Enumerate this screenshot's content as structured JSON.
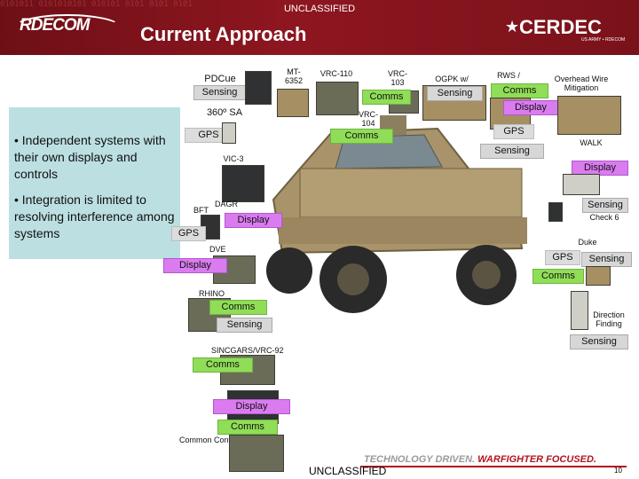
{
  "header": {
    "classification": "UNCLASSIFIED",
    "title": "Current Approach",
    "logo_left": "RDECOM",
    "logo_right": "CERDEC",
    "logo_right_sub": "US ARMY • RDECOM",
    "binary_pattern": "0101011 0101010101 010101 0101 0101 0101 01010 0101"
  },
  "info_box": {
    "bullets": [
      "• Independent systems with their own displays and controls",
      "• Integration is limited to resolving interference among systems"
    ]
  },
  "systems": {
    "pdcue": "PDCue",
    "sa360": "360º SA",
    "mt6352": "MT-6352",
    "vrc110": "VRC-110",
    "vrc103": "VRC-103",
    "vrc104": "VRC-104",
    "ogpk": "OGPK w/",
    "rws": "RWS /",
    "overhead": "Overhead Wire Mitigation",
    "vic3": "VIC-3",
    "walk": "WALK",
    "dagr": "DAGR",
    "bft": "BFT",
    "check6": "Check 6",
    "duke": "Duke",
    "dve": "DVE",
    "rhino": "RHINO",
    "direction_finding": "Direction Finding",
    "sincgars": "SINCGARS/VRC-92",
    "common_controller": "Common Controller/GUI"
  },
  "tags": {
    "sensing": "Sensing",
    "comms": "Comms",
    "display": "Display",
    "gps": "GPS"
  },
  "footer": {
    "tagline_a": "TECHNOLOGY DRIVEN.",
    "tagline_b": "WARFIGHTER FOCUSED.",
    "classification": "UNCLASSIFIED",
    "page_number": "10"
  },
  "colors": {
    "header_red": "#8e1620",
    "sensing": "#d7d7d7",
    "comms": "#90dd58",
    "display": "#da7cf0",
    "info_box": "#bcdfe2"
  }
}
